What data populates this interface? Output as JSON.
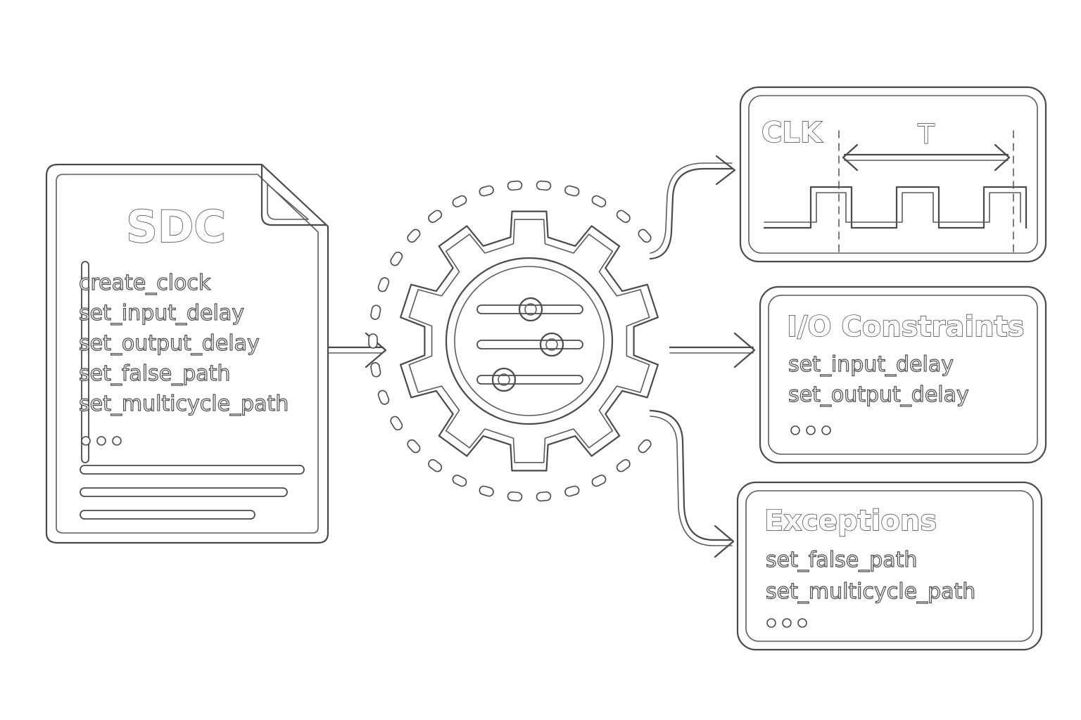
{
  "sdc_doc": {
    "title": "SDC",
    "commands": [
      "create_clock",
      "set_input_delay",
      "set_output_delay",
      "set_false_path",
      "set_multicycle_path"
    ]
  },
  "clock_panel": {
    "label": "CLK",
    "period_label": "T"
  },
  "io_panel": {
    "title": "I/O Constraints",
    "commands": [
      "set_input_delay",
      "set_output_delay"
    ]
  },
  "exceptions_panel": {
    "title": "Exceptions",
    "commands": [
      "set_false_path",
      "set_multicycle_path"
    ]
  },
  "icons": {
    "document": "document-icon",
    "engine": "gear-sliders-icon",
    "waveform": "clock-waveform-icon",
    "ellipsis": "ellipsis-icon"
  }
}
